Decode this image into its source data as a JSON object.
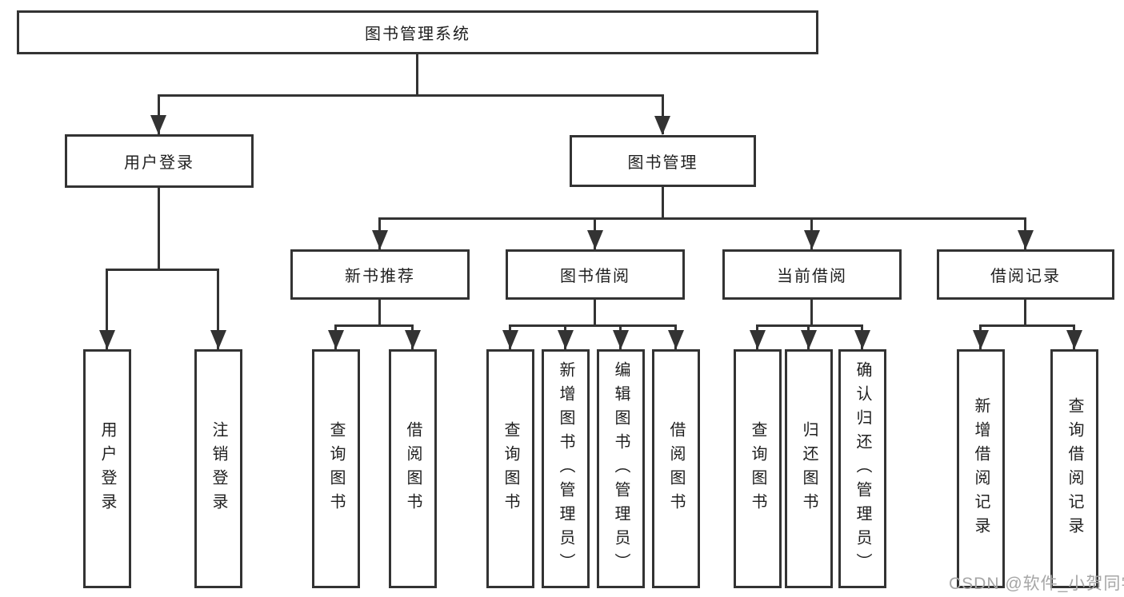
{
  "nodes": {
    "root": "图书管理系统",
    "branches": [
      {
        "label": "用户登录",
        "children": [
          {
            "label": "用户登录"
          },
          {
            "label": "注销登录"
          }
        ]
      },
      {
        "label": "图书管理",
        "children": [
          {
            "label": "新书推荐",
            "children": [
              {
                "label": "查询图书"
              },
              {
                "label": "借阅图书"
              }
            ]
          },
          {
            "label": "图书借阅",
            "children": [
              {
                "label": "查询图书"
              },
              {
                "label": "新增图书（管理员）"
              },
              {
                "label": "编辑图书（管理员）"
              },
              {
                "label": "借阅图书"
              }
            ]
          },
          {
            "label": "当前借阅",
            "children": [
              {
                "label": "查询图书"
              },
              {
                "label": "归还图书"
              },
              {
                "label": "确认归还（管理员）"
              }
            ]
          },
          {
            "label": "借阅记录",
            "children": [
              {
                "label": "新增借阅记录"
              },
              {
                "label": "查询借阅记录"
              }
            ]
          }
        ]
      }
    ]
  },
  "watermark": "CSDN @软件_小贺同学",
  "colors": {
    "line": "#333333",
    "text": "#1f1f1f",
    "watermark": "#a6a6a6",
    "background": "#ffffff"
  }
}
